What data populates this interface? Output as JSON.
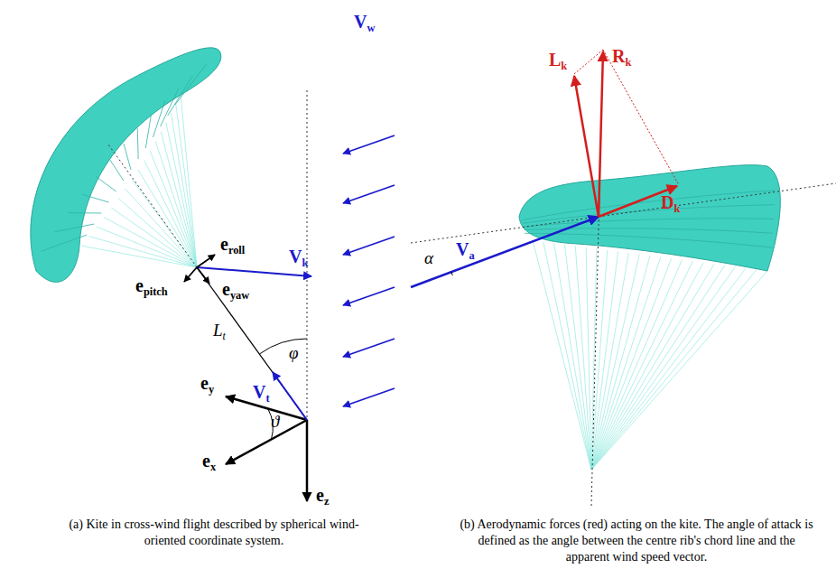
{
  "diagram": {
    "labels": [
      "Vw",
      "eroll",
      "Vk",
      "epitch",
      "eyaw",
      "Lt",
      "φ",
      "Vt",
      "ey",
      "ϑ",
      "ex",
      "ez",
      "Rk",
      "Lk",
      "Dk",
      "α",
      "Va",
      "(a) Kite in cross-wind flight described by spherical wind-oriented coordinate system.",
      "(b) Aerodynamic forces (red) acting on the kite. The angle of attack is defined as the angle between the centre rib's chord line and the apparent wind speed vector."
    ]
  }
}
